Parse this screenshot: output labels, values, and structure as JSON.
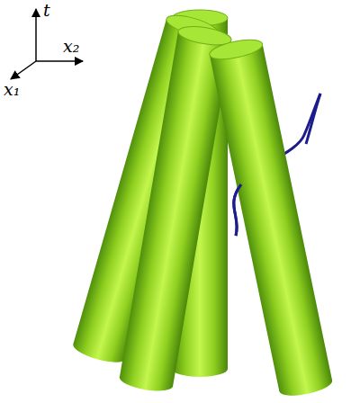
{
  "diagram": {
    "labels": [
      "t",
      "x₂",
      "x₁"
    ]
  }
}
